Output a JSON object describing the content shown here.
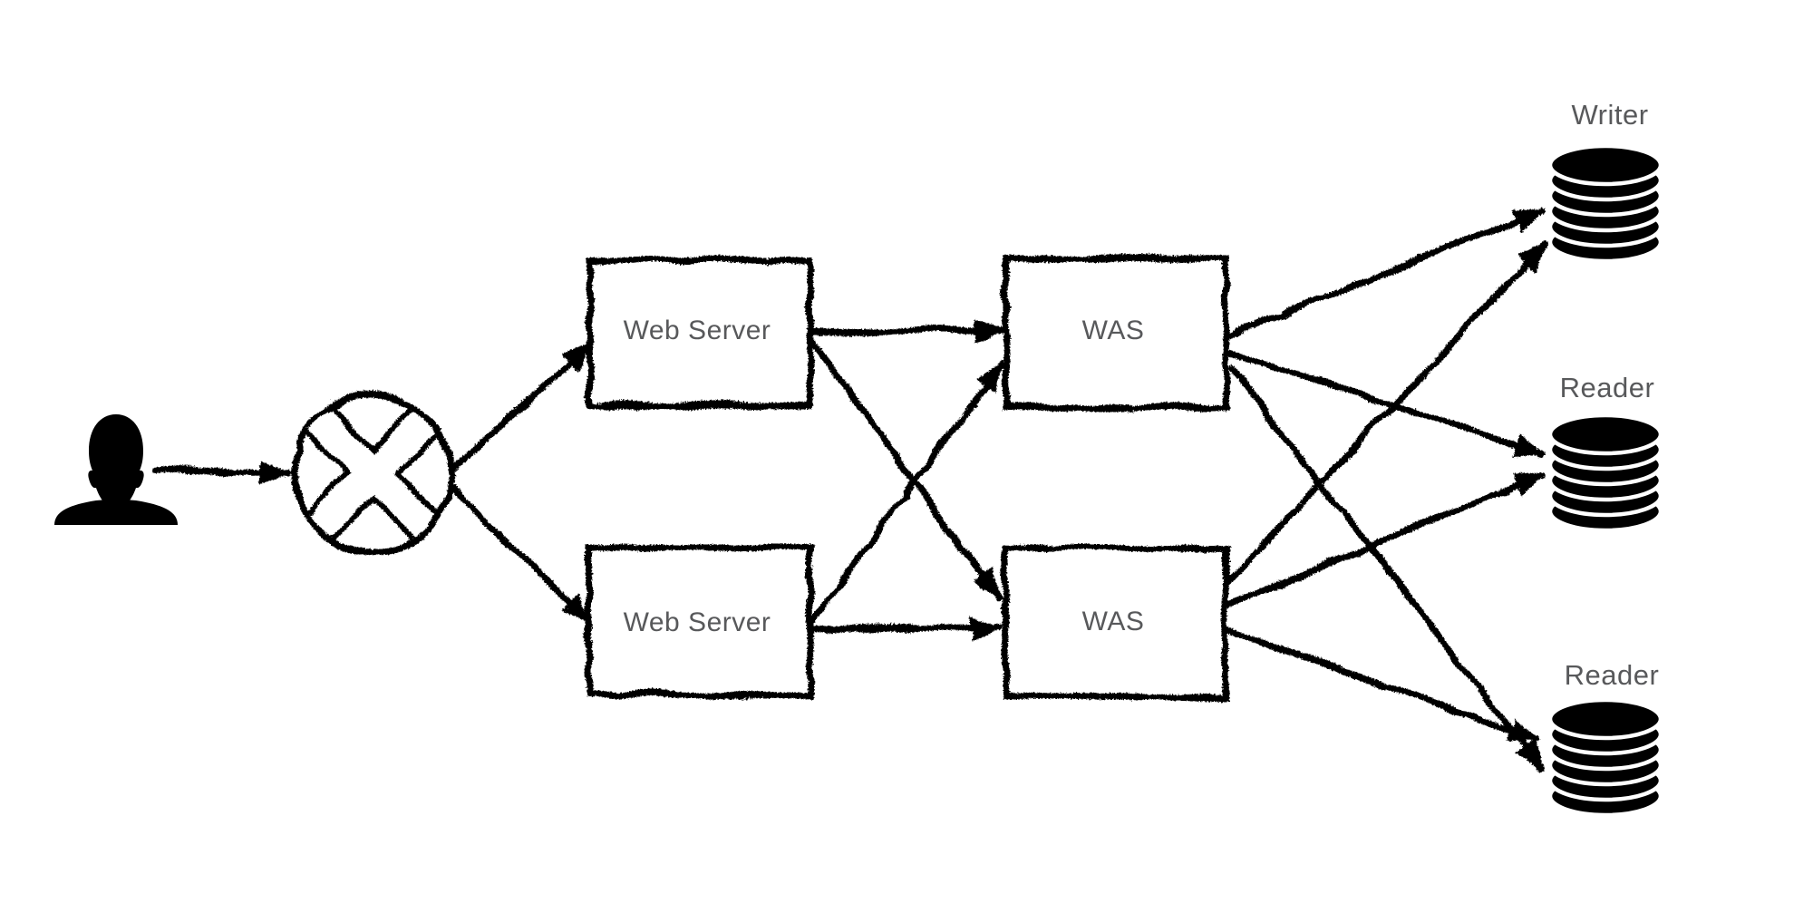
{
  "diagram": {
    "title": "",
    "background_color": "#ffffff",
    "ink_color": "#000000",
    "label_color": "#58595b",
    "nodes": {
      "user": {
        "type": "person-icon",
        "label": ""
      },
      "load_balancer": {
        "type": "circle-x-icon",
        "label": ""
      },
      "web_server_top": {
        "type": "box",
        "label": "Web Server"
      },
      "web_server_bottom": {
        "type": "box",
        "label": "Web Server"
      },
      "was_top": {
        "type": "box",
        "label": "WAS"
      },
      "was_bottom": {
        "type": "box",
        "label": "WAS"
      },
      "db_writer": {
        "type": "database-icon",
        "label": "Writer"
      },
      "db_reader_middle": {
        "type": "database-icon",
        "label": "Reader"
      },
      "db_reader_bottom": {
        "type": "database-icon",
        "label": "Reader"
      }
    },
    "edges": [
      {
        "from": "user",
        "to": "load_balancer"
      },
      {
        "from": "load_balancer",
        "to": "web_server_top"
      },
      {
        "from": "load_balancer",
        "to": "web_server_bottom"
      },
      {
        "from": "web_server_top",
        "to": "was_top"
      },
      {
        "from": "web_server_top",
        "to": "was_bottom"
      },
      {
        "from": "web_server_bottom",
        "to": "was_top"
      },
      {
        "from": "web_server_bottom",
        "to": "was_bottom"
      },
      {
        "from": "was_top",
        "to": "db_writer"
      },
      {
        "from": "was_top",
        "to": "db_reader_middle"
      },
      {
        "from": "was_top",
        "to": "db_reader_bottom"
      },
      {
        "from": "was_bottom",
        "to": "db_writer"
      },
      {
        "from": "was_bottom",
        "to": "db_reader_middle"
      },
      {
        "from": "was_bottom",
        "to": "db_reader_bottom"
      }
    ]
  }
}
